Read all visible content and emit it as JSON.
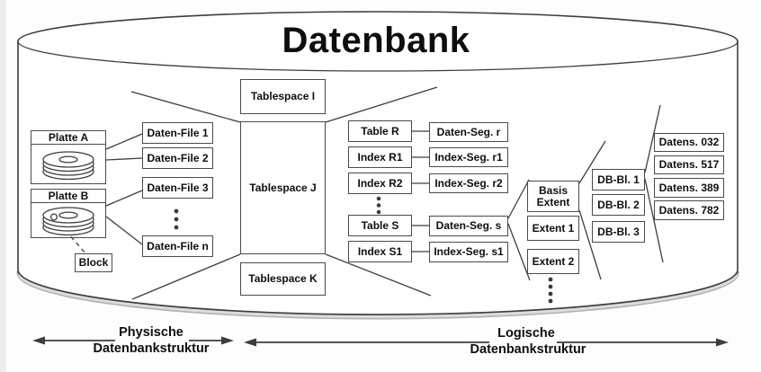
{
  "title": "Datenbank",
  "colors": {
    "stroke": "#3d3d3d",
    "box_border": "#4a4a4a",
    "text": "#0e0e0e",
    "background": "#fdfdfd"
  },
  "physical": {
    "disks": [
      {
        "label": "Platte A"
      },
      {
        "label": "Platte B"
      }
    ],
    "block_label": "Block",
    "files": [
      "Daten-File 1",
      "Daten-File 2",
      "Daten-File 3",
      "Daten-File n"
    ]
  },
  "logical": {
    "tablespaces": [
      "Tablespace I",
      "Tablespace J",
      "Tablespace K"
    ],
    "tables": [
      "Table R",
      "Index R1",
      "Index R2",
      "Table S",
      "Index S1"
    ],
    "segments": [
      "Daten-Seg. r",
      "Index-Seg. r1",
      "Index-Seg. r2",
      "Daten-Seg. s",
      "Index-Seg. s1"
    ],
    "extents": [
      "Basis\nExtent",
      "Extent 1",
      "Extent 2"
    ],
    "db_blocks": [
      "DB-Bl. 1",
      "DB-Bl. 2",
      "DB-Bl. 3"
    ],
    "records": [
      "Datens. 032",
      "Datens. 517",
      "Datens. 389",
      "Datens. 782"
    ]
  },
  "legend": {
    "physical_line1": "Physische",
    "physical_line2": "Datenbankstruktur",
    "logical_line1": "Logische",
    "logical_line2": "Datenbankstruktur"
  }
}
